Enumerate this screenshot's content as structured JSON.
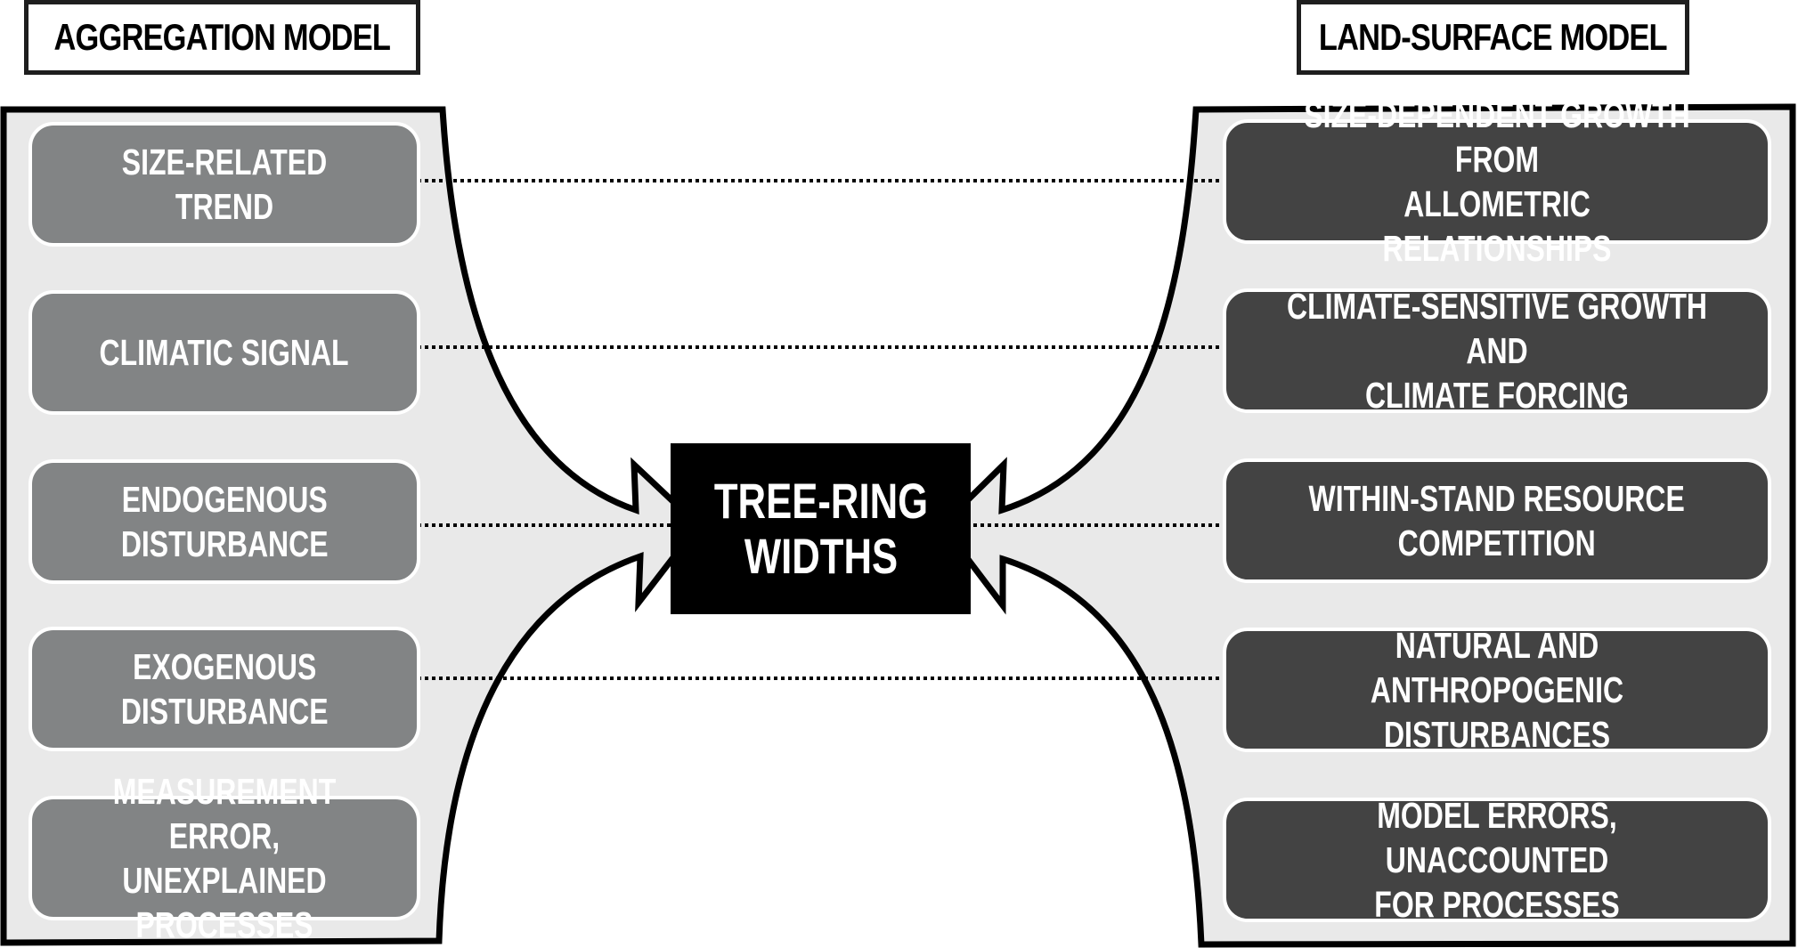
{
  "diagram": {
    "left_model": {
      "title": "AGGREGATION MODEL",
      "items": [
        {
          "label": "SIZE-RELATED TREND"
        },
        {
          "label": "CLIMATIC SIGNAL"
        },
        {
          "label": "ENDOGENOUS\nDISTURBANCE"
        },
        {
          "label": "EXOGENOUS\nDISTURBANCE"
        },
        {
          "label": "MEASUREMENT ERROR,\nUNEXPLAINED PROCESSES"
        }
      ]
    },
    "right_model": {
      "title": "LAND-SURFACE MODEL",
      "items": [
        {
          "label": "SIZE-DEPENDENT GROWTH FROM\nALLOMETRIC RELATIONSHIPS"
        },
        {
          "label": "CLIMATE-SENSITIVE GROWTH AND\nCLIMATE FORCING"
        },
        {
          "label": "WITHIN-STAND RESOURCE\nCOMPETITION"
        },
        {
          "label": "NATURAL AND ANTHROPOGENIC\nDISTURBANCES"
        },
        {
          "label": "MODEL ERRORS, UNACCOUNTED\nFOR PROCESSES"
        }
      ]
    },
    "center": {
      "label": "TREE-RING\nWIDTHS"
    },
    "links": [
      {
        "from": "SIZE-RELATED TREND",
        "to": "SIZE-DEPENDENT GROWTH FROM ALLOMETRIC RELATIONSHIPS"
      },
      {
        "from": "CLIMATIC SIGNAL",
        "to": "CLIMATE-SENSITIVE GROWTH AND CLIMATE FORCING"
      },
      {
        "from": "ENDOGENOUS DISTURBANCE",
        "to": "WITHIN-STAND RESOURCE COMPETITION"
      },
      {
        "from": "EXOGENOUS DISTURBANCE",
        "to": "NATURAL AND ANTHROPOGENIC DISTURBANCES"
      }
    ],
    "colors": {
      "left_box": "#828485",
      "right_box": "#434343",
      "panel_fill": "#e9e9e9",
      "center_box": "#000000",
      "outline": "#000000"
    }
  }
}
